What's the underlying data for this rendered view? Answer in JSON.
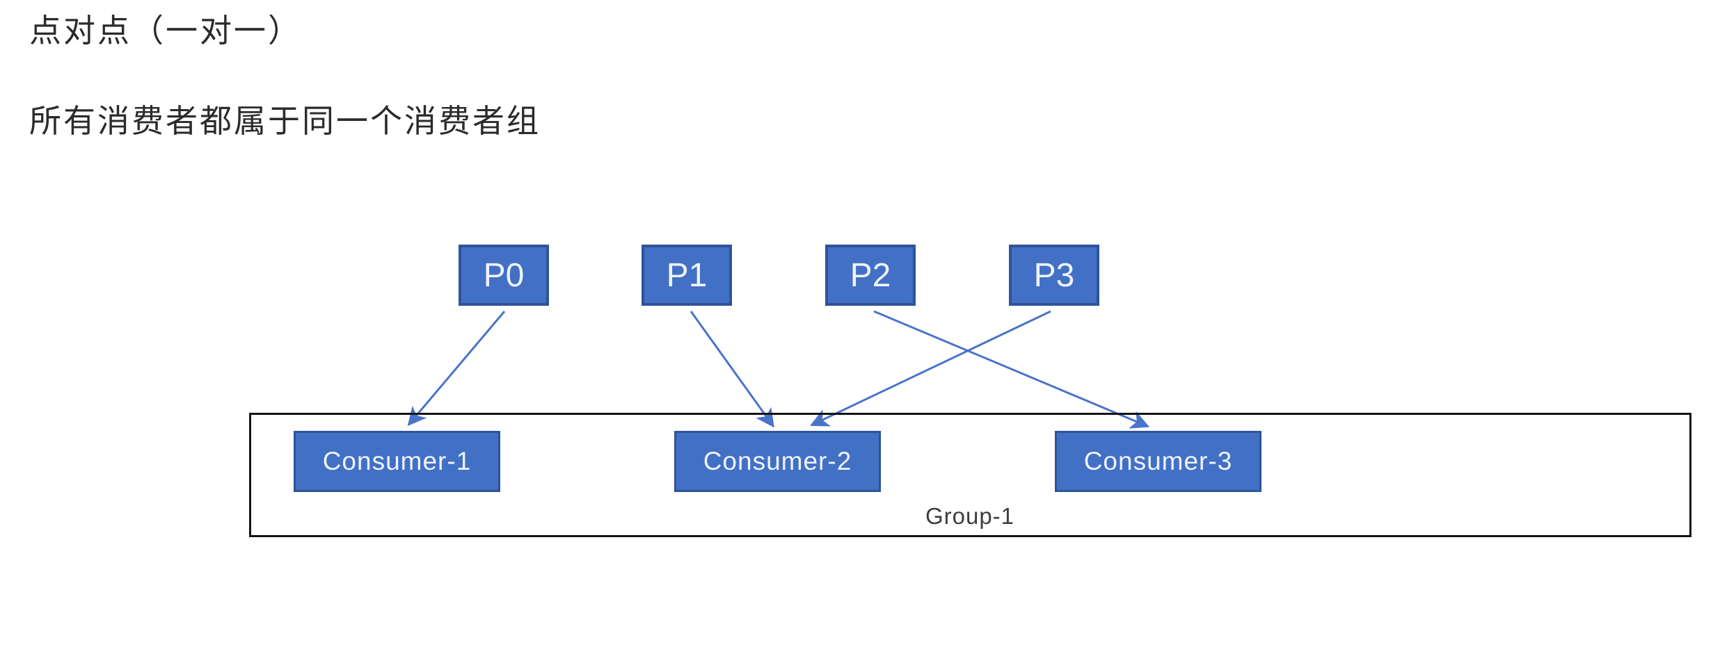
{
  "page": {
    "heading_line1": "点对点（一对一）",
    "heading_line2": "所有消费者都属于同一个消费者组"
  },
  "diagram": {
    "type": "partition-consumer-assignment",
    "partitions": [
      {
        "label": "P0"
      },
      {
        "label": "P1"
      },
      {
        "label": "P2"
      },
      {
        "label": "P3"
      }
    ],
    "consumers": [
      {
        "label": "Consumer-1"
      },
      {
        "label": "Consumer-2"
      },
      {
        "label": "Consumer-3"
      }
    ],
    "group_label": "Group-1",
    "edges": [
      {
        "from": "P0",
        "to": "Consumer-1"
      },
      {
        "from": "P1",
        "to": "Consumer-2"
      },
      {
        "from": "P2",
        "to": "Consumer-3"
      },
      {
        "from": "P3",
        "to": "Consumer-2"
      }
    ],
    "colors": {
      "node_fill": "#4270c4",
      "node_border": "#2e539b",
      "node_text": "#eef3ff",
      "arrow": "#4a74ca",
      "group_border": "#141414",
      "heading_text": "#2b2b2b",
      "group_label_text": "#3d3d3d"
    }
  }
}
